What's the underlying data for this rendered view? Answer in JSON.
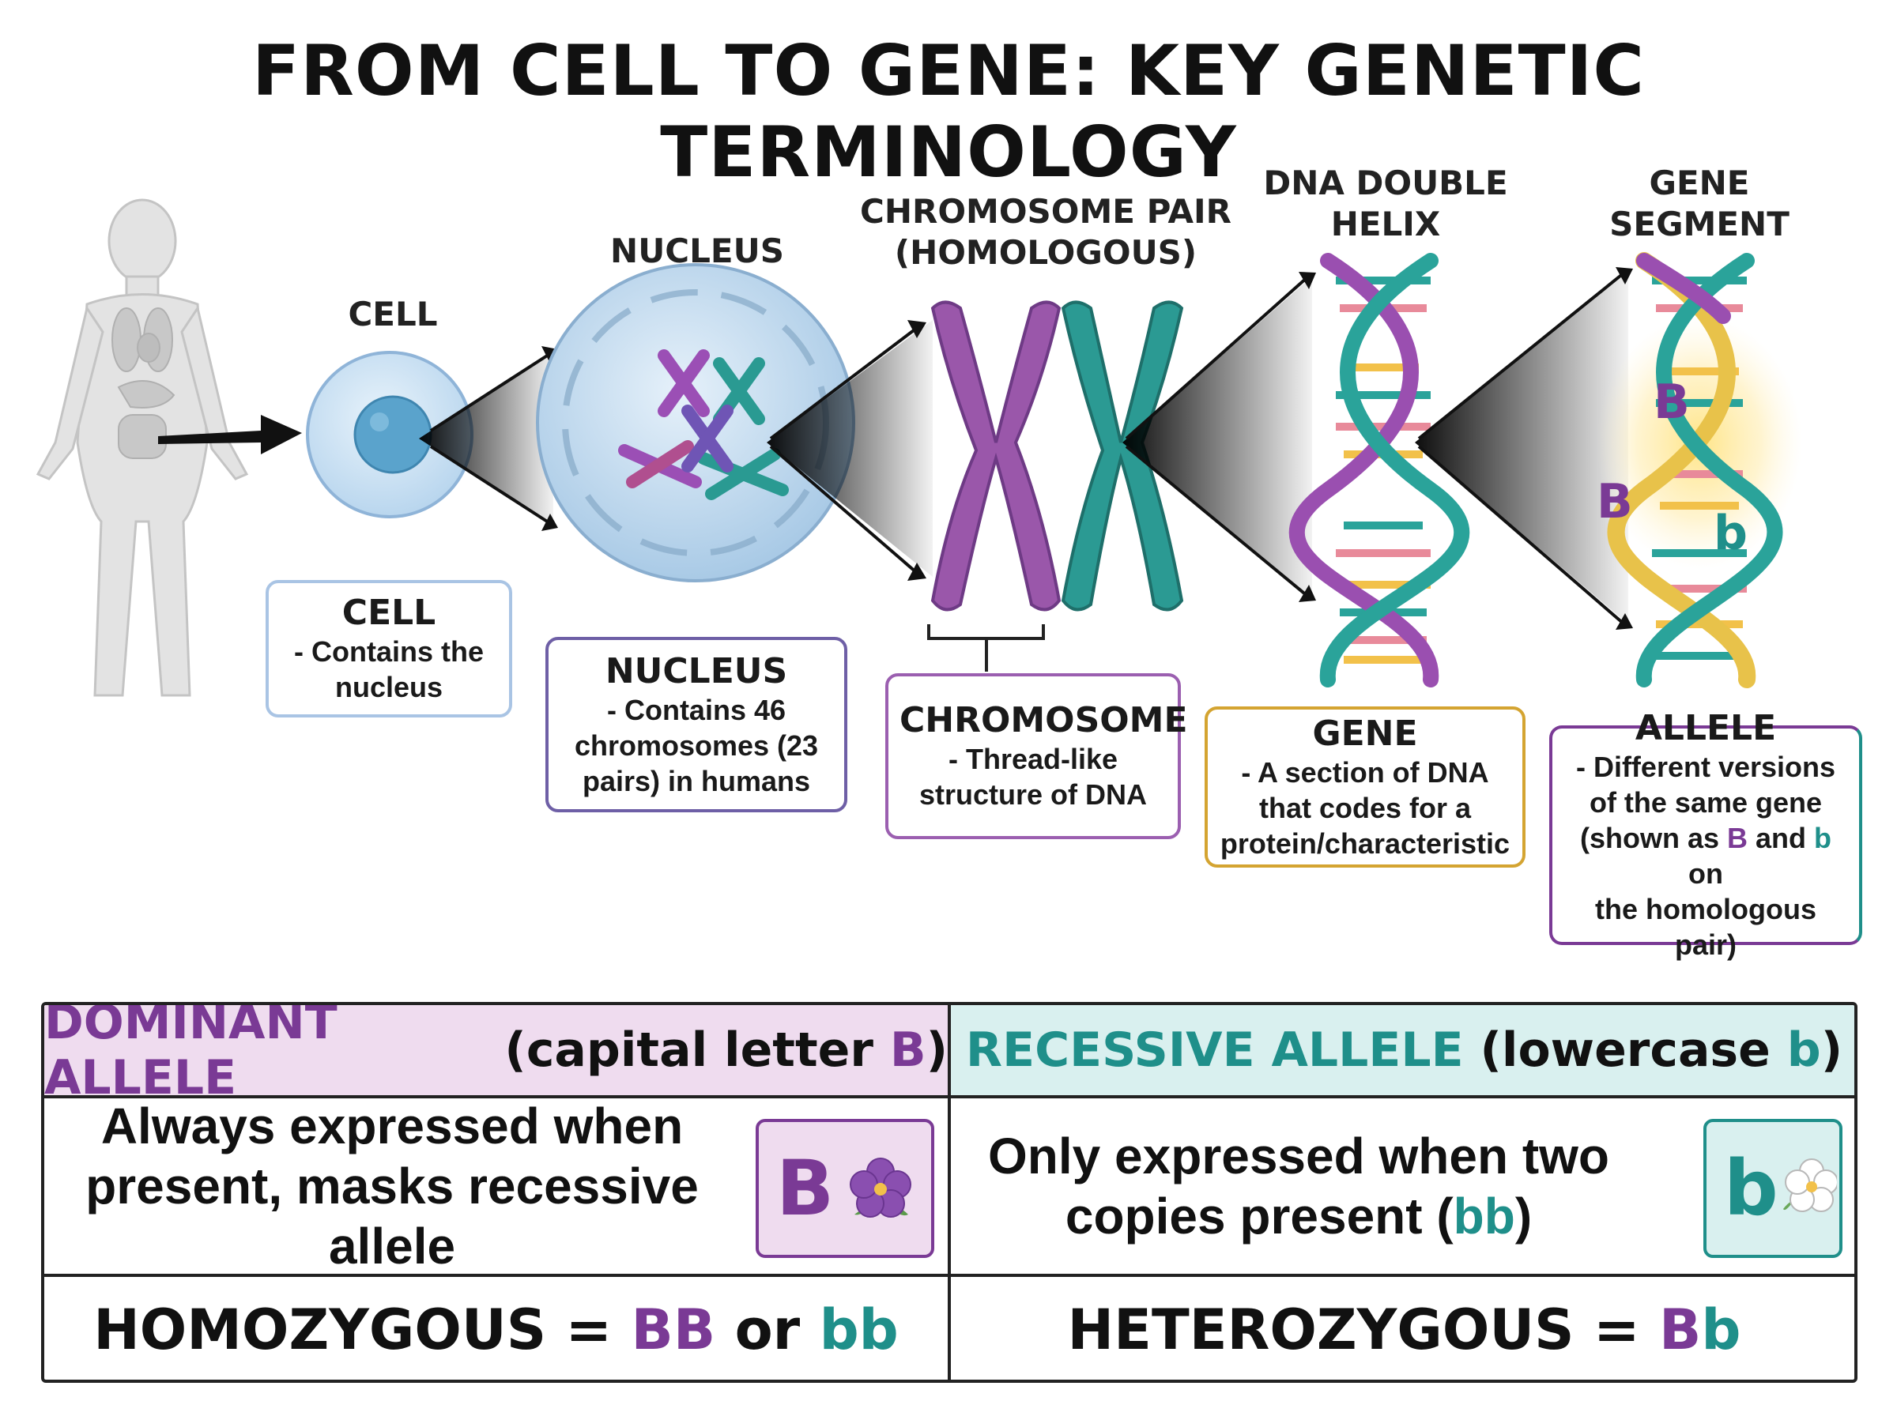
{
  "title": "FROM CELL TO GENE: KEY GENETIC TERMINOLOGY",
  "stages": {
    "cell": "CELL",
    "nucleus": "NUCLEUS",
    "chromosome_pair_1": "CHROMOSOME PAIR",
    "chromosome_pair_2": "(HOMOLOGOUS)",
    "dna_1": "DNA DOUBLE",
    "dna_2": "HELIX",
    "gene_1": "GENE",
    "gene_2": "SEGMENT"
  },
  "helix_letters": {
    "dominant": "B",
    "recessive": "b"
  },
  "boxes": {
    "cell": {
      "title": "CELL",
      "lines": [
        "- Contains the",
        "nucleus"
      ],
      "color": "#a9c4e4"
    },
    "nucleus": {
      "title": "NUCLEUS",
      "lines": [
        "- Contains 46",
        "chromosomes (23",
        "pairs) in humans"
      ],
      "color": "#6e5fa6"
    },
    "chromosome": {
      "title": "CHROMOSOME",
      "lines": [
        "- Thread-like",
        "structure of DNA"
      ],
      "color": "#9b5fb0"
    },
    "gene": {
      "title": "GENE",
      "lines": [
        "- A section of DNA",
        "that codes for a",
        "protein/characteristic"
      ],
      "color": "#d4a431"
    },
    "allele": {
      "title": "ALLELE",
      "line1": "- Different versions",
      "line2": "of the same gene",
      "line3_a": "(shown as ",
      "line3_b": "B",
      "line3_c": " and ",
      "line3_d": "b",
      "line3_e": " on",
      "line4": "the homologous pair)"
    }
  },
  "table": {
    "dominant_header_a": "DOMINANT ALLELE",
    "dominant_header_b": " (capital letter ",
    "dominant_header_c": "B",
    "dominant_header_d": ")",
    "recessive_header_a": "RECESSIVE ALLELE",
    "recessive_header_b": " (lowercase ",
    "recessive_header_c": "b",
    "recessive_header_d": ")",
    "dominant_line1": "Always expressed when",
    "dominant_line2": "present, masks recessive allele",
    "recessive_line1": "Only expressed when two",
    "recessive_line2_a": "copies present (",
    "recessive_line2_b": "bb",
    "recessive_line2_c": ")",
    "dominant_badge": "B",
    "recessive_badge": "b",
    "homo_a": "HOMOZYGOUS = ",
    "homo_b": "BB",
    "homo_c": " or ",
    "homo_d": "bb",
    "hetero_a": "HETEROZYGOUS = ",
    "hetero_b": "B",
    "hetero_c": "b"
  },
  "colors": {
    "purple": "#7a3a95",
    "teal": "#1f8f8a",
    "dominant_bg": "#efdcef",
    "recessive_bg": "#d9f0ef",
    "gold": "#e8c24a"
  }
}
